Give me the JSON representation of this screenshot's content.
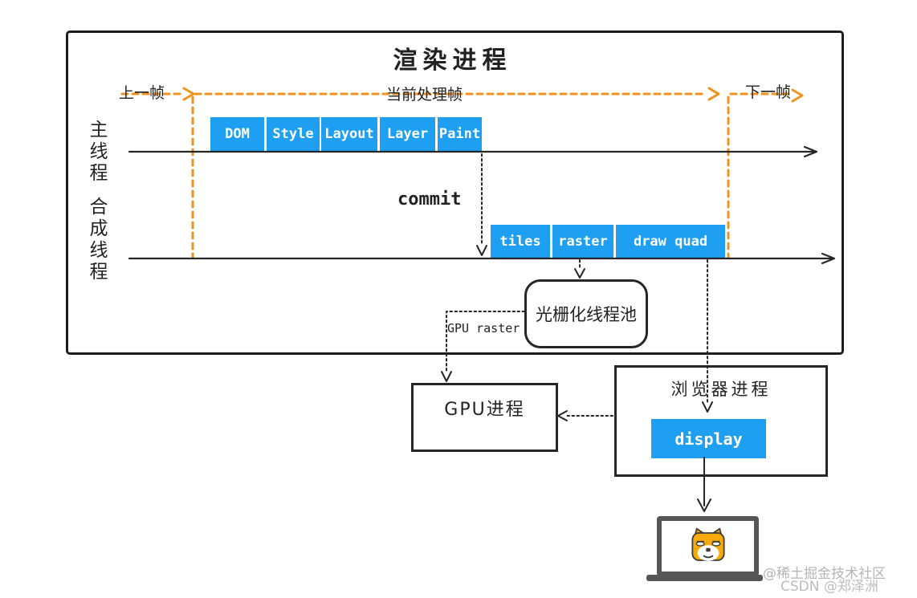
{
  "diagram": {
    "title": "渲染进程",
    "timeline": {
      "prev_frame": "上一帧",
      "current_frame": "当前处理帧",
      "next_frame": "下一帧"
    },
    "threads": {
      "main_thread": "主线程",
      "compositor_thread": "合成线程"
    },
    "main_stages": [
      "DOM",
      "Style",
      "Layout",
      "Layer",
      "Paint"
    ],
    "compositor_stages": [
      "tiles",
      "raster",
      "draw quad"
    ],
    "commit_label": "commit",
    "raster_pool_label": "光栅化线程池",
    "gpu_raster_label": "GPU raster",
    "gpu_process_label": "GPU进程",
    "browser_process_label": "浏览器进程",
    "display_label": "display",
    "icons": {
      "laptop": "laptop-icon",
      "dog": "pixel-shiba-dog-icon"
    }
  },
  "watermarks": {
    "juejin": "@稀土掘金技术社区",
    "csdn": "CSDN @郑泽洲"
  },
  "colors": {
    "stage_blue": "#1E9FF2",
    "timeline_orange": "#F0921E",
    "line_black": "#262626",
    "box_border": "#1d1d1d",
    "laptop_gray": "#565656",
    "dog_yellow": "#F6A90B",
    "watermark_gray": "#B5B5B5"
  }
}
